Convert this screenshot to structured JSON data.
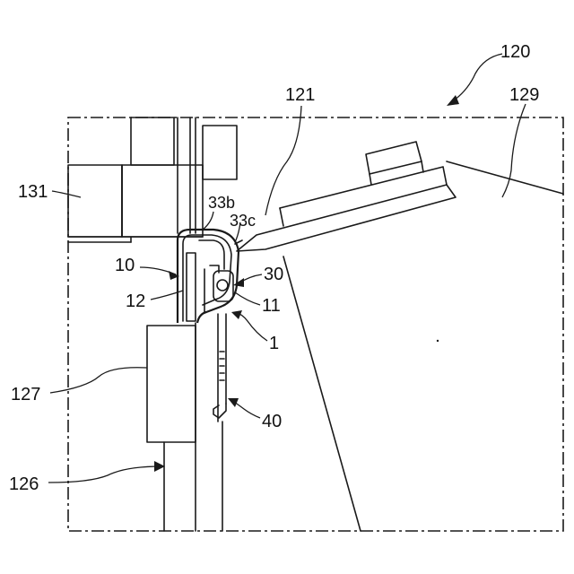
{
  "labels": {
    "l120": "120",
    "l121": "121",
    "l129": "129",
    "l131": "131",
    "l33b": "33b",
    "l33c": "33c",
    "l10": "10",
    "l30": "30",
    "l12": "12",
    "l11": "11",
    "l1": "1",
    "l127": "127",
    "l40": "40",
    "l126": "126"
  }
}
